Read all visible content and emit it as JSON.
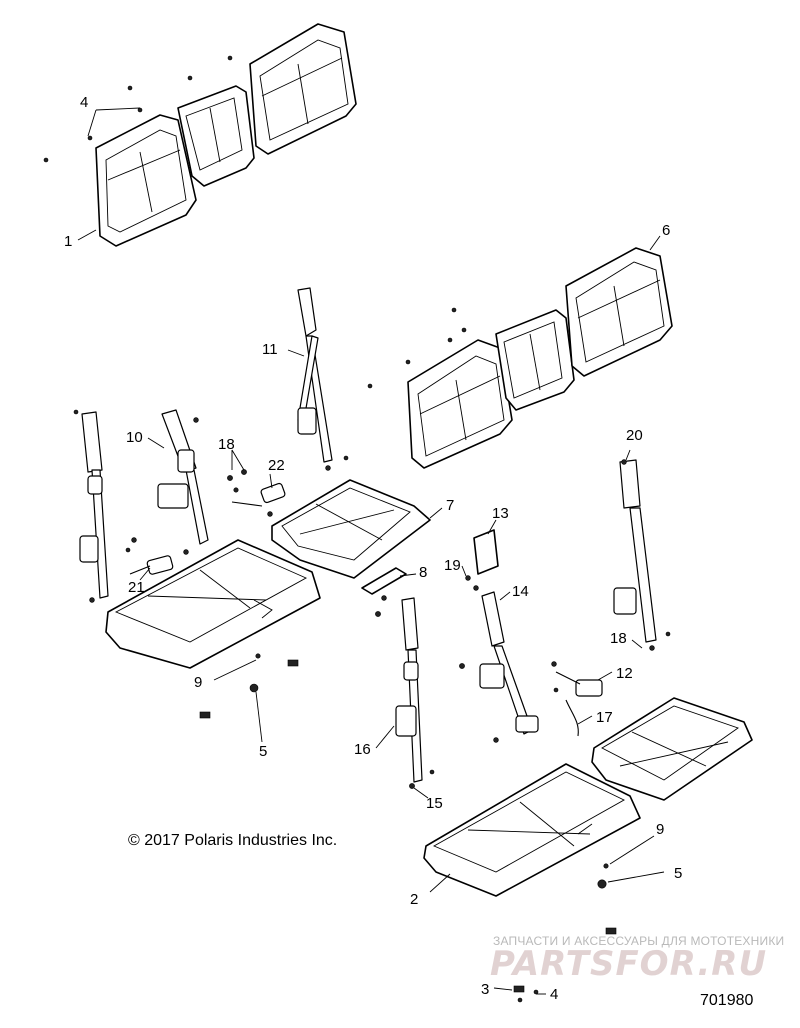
{
  "callouts": [
    {
      "id": "c1",
      "label": "1"
    },
    {
      "id": "c2",
      "label": "2"
    },
    {
      "id": "c3",
      "label": "3"
    },
    {
      "id": "c4a",
      "label": "4"
    },
    {
      "id": "c4b",
      "label": "4"
    },
    {
      "id": "c5a",
      "label": "5"
    },
    {
      "id": "c5b",
      "label": "5"
    },
    {
      "id": "c6",
      "label": "6"
    },
    {
      "id": "c7",
      "label": "7"
    },
    {
      "id": "c8",
      "label": "8"
    },
    {
      "id": "c9a",
      "label": "9"
    },
    {
      "id": "c9b",
      "label": "9"
    },
    {
      "id": "c10",
      "label": "10"
    },
    {
      "id": "c11",
      "label": "11"
    },
    {
      "id": "c12",
      "label": "12"
    },
    {
      "id": "c13",
      "label": "13"
    },
    {
      "id": "c14",
      "label": "14"
    },
    {
      "id": "c15",
      "label": "15"
    },
    {
      "id": "c16",
      "label": "16"
    },
    {
      "id": "c17",
      "label": "17"
    },
    {
      "id": "c18a",
      "label": "18"
    },
    {
      "id": "c18b",
      "label": "18"
    },
    {
      "id": "c19",
      "label": "19"
    },
    {
      "id": "c20",
      "label": "20"
    },
    {
      "id": "c21",
      "label": "21"
    },
    {
      "id": "c22",
      "label": "22"
    }
  ],
  "copyright": "© 2017 Polaris Industries Inc.",
  "document_number": "701980",
  "watermark": {
    "tagline": "ЗАПЧАСТИ И АКСЕССУАРЫ ДЛЯ МОТОТЕХНИКИ",
    "logo_text": "PARTSFOR.RU"
  }
}
